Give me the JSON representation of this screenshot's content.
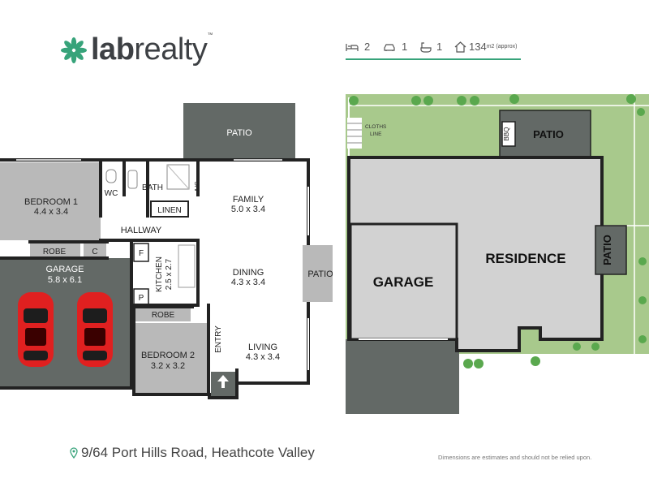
{
  "brand": {
    "name_bold": "lab",
    "name_light": "realty",
    "trademark": "™"
  },
  "specs": {
    "bedrooms": "2",
    "car_spaces": "1",
    "bathrooms": "1",
    "area": "134",
    "area_unit": "m2 (approx)"
  },
  "floor_plan": {
    "rooms": {
      "patio_top": "PATIO",
      "bedroom1_name": "BEDROOM 1",
      "bedroom1_size": "4.4 x 3.4",
      "wc": "WC",
      "bath": "BATH",
      "linen": "LINEN",
      "ac": "A/C",
      "family_name": "FAMILY",
      "family_size": "5.0 x 3.4",
      "hallway": "HALLWAY",
      "robe1": "ROBE",
      "c": "C",
      "garage_name": "GARAGE",
      "garage_size": "5.8 x 6.1",
      "f": "F",
      "p": "P",
      "kitchen_name": "KITCHEN",
      "kitchen_size": "2.5 x 2.7",
      "dining_name": "DINING",
      "dining_size": "4.3 x 3.4",
      "patio_side": "PATIO",
      "robe2": "ROBE",
      "bedroom2_name": "BEDROOM 2",
      "bedroom2_size": "3.2 x 3.2",
      "entry": "ENTRY",
      "living_name": "LIVING",
      "living_size": "4.3 x 3.4"
    }
  },
  "site_plan": {
    "clothes_line": [
      "CLOTHS",
      "LINE"
    ],
    "bbq": "BBQ",
    "patio_top": "PATIO",
    "residence": "RESIDENCE",
    "garage": "GARAGE",
    "patio_side": "PATIO"
  },
  "footer": {
    "address": "9/64 Port Hills Road, Heathcote Valley",
    "disclaimer": "Dimensions are estimates and should not be relied upon."
  },
  "colors": {
    "brand_green": "#37a37a",
    "room_grey": "#b9b9b9",
    "garage_dark": "#636966",
    "lawn_green": "#a8c98c",
    "car_red": "#e02020"
  }
}
